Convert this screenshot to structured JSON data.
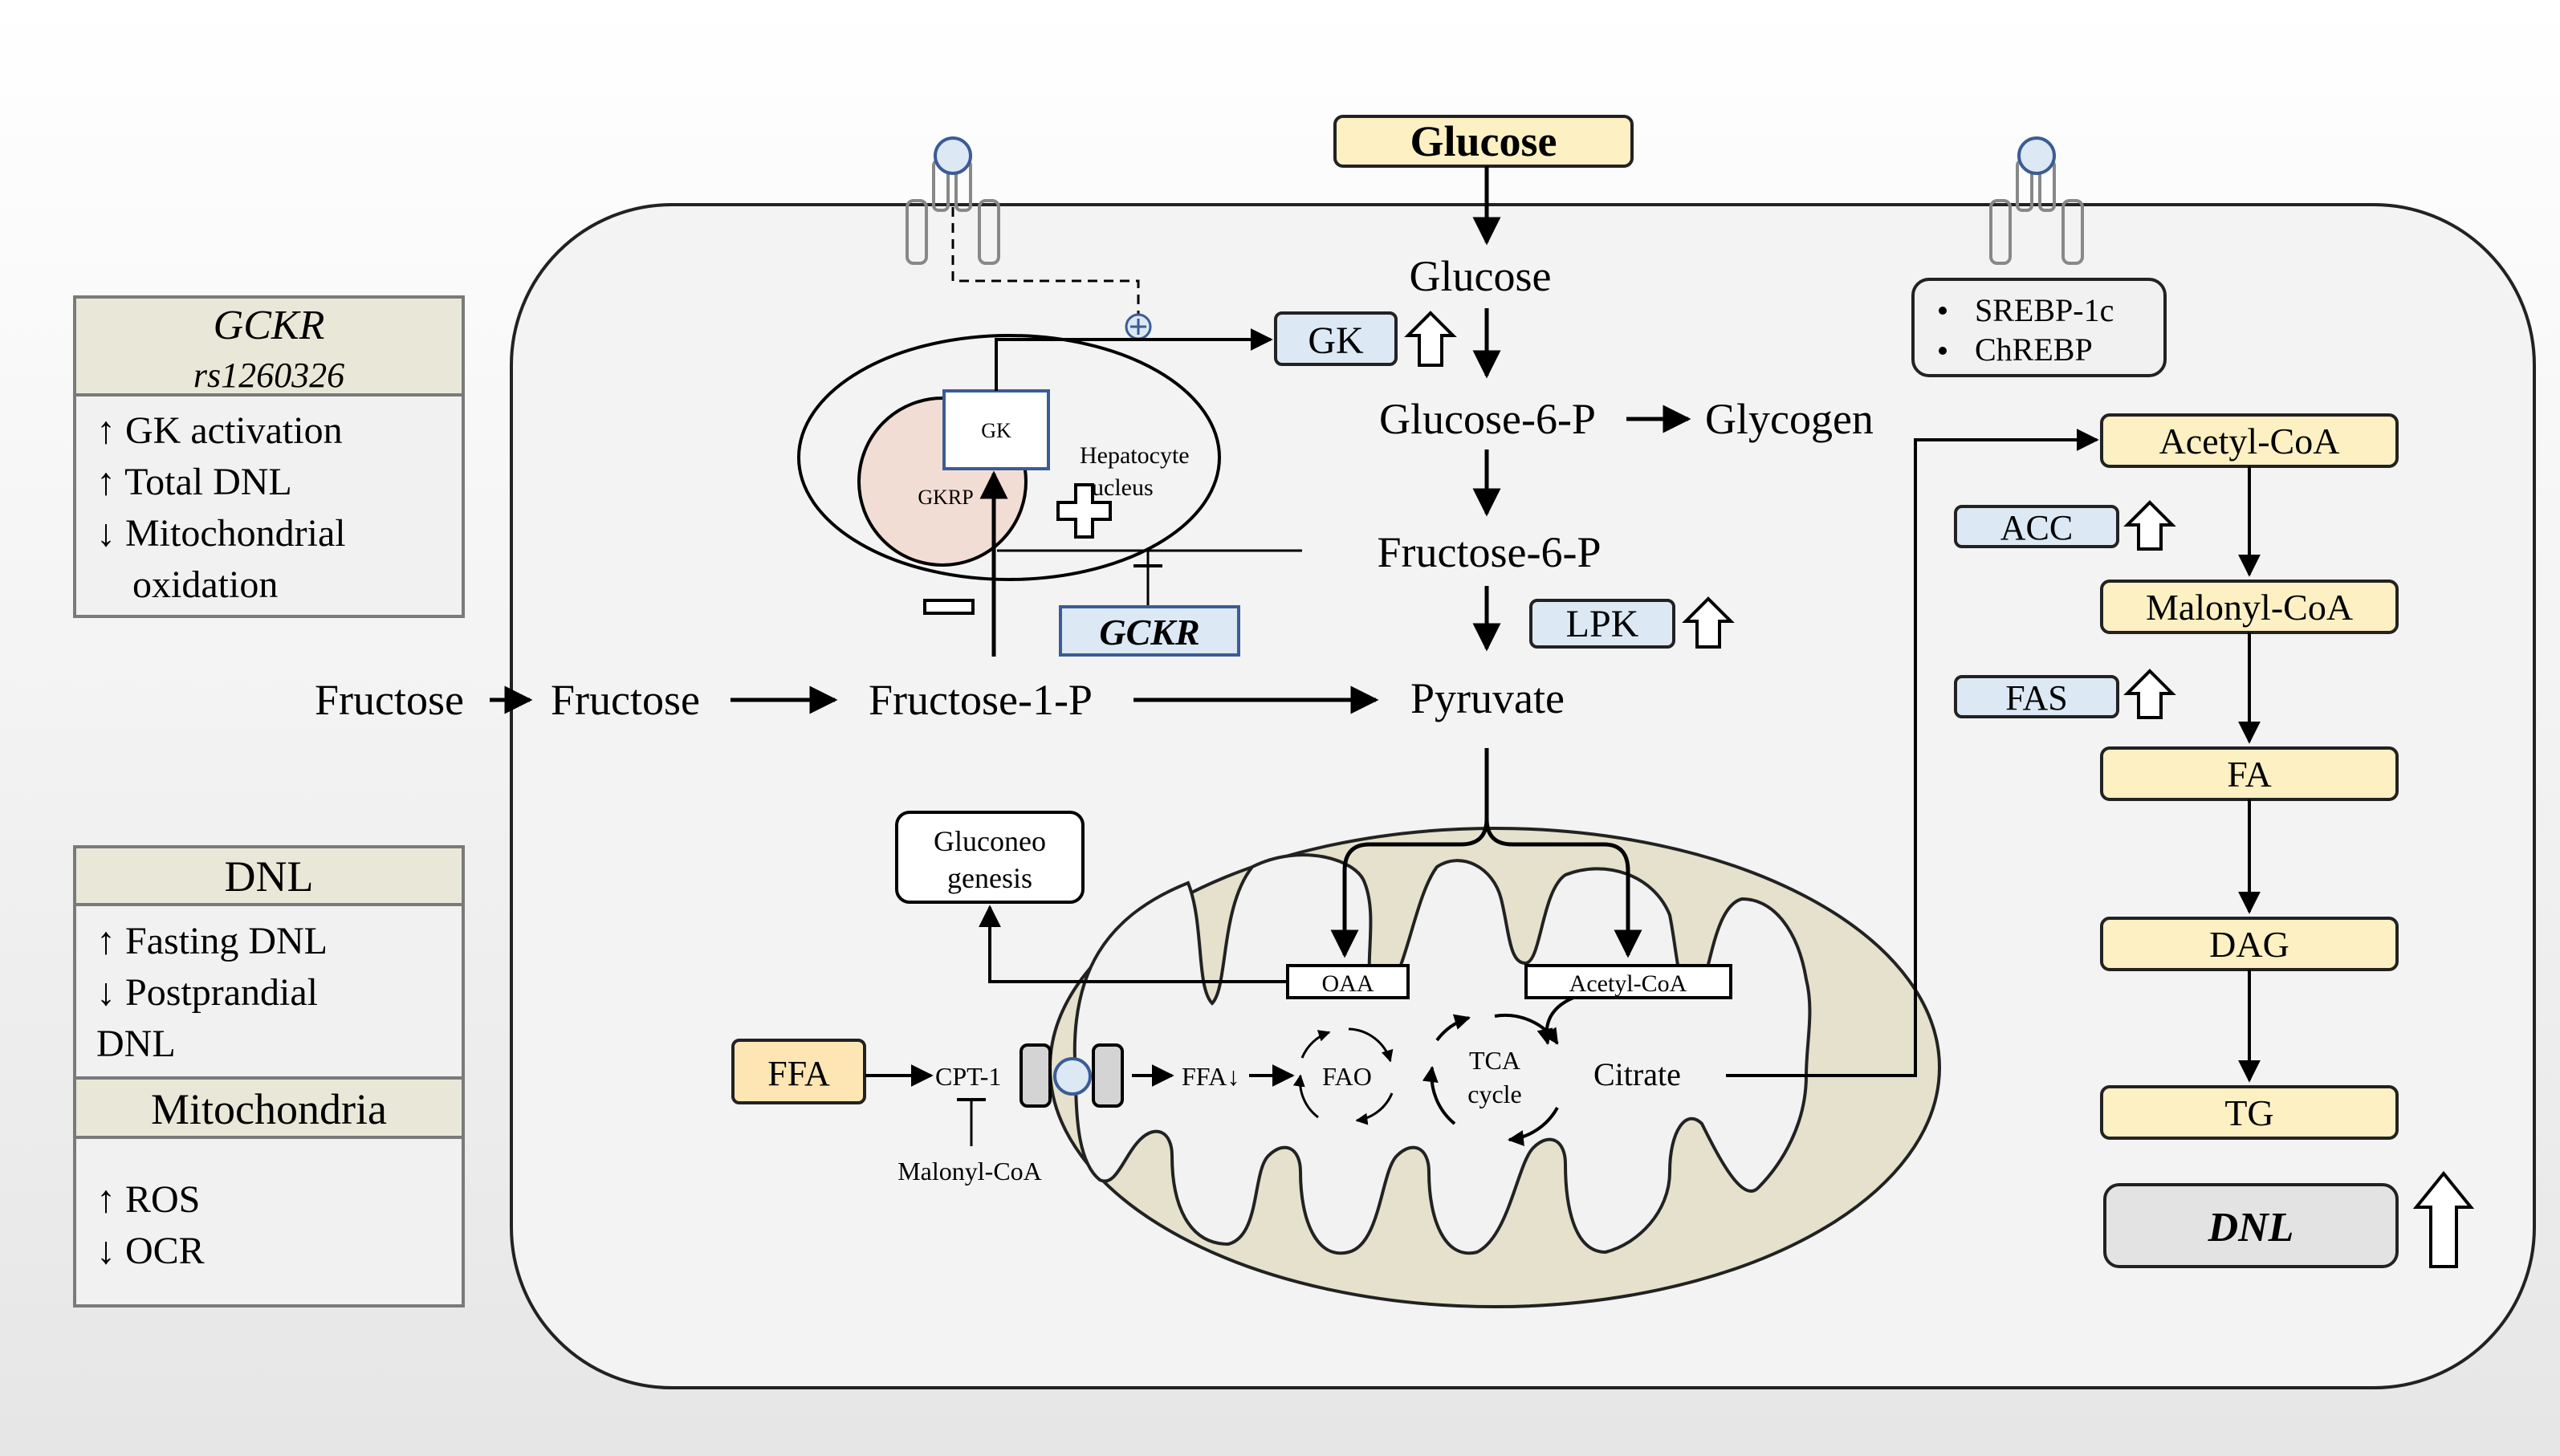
{
  "left_panels": {
    "gckr": {
      "title": "GCKR",
      "subtitle": "rs1260326",
      "lines": [
        "↑ GK activation",
        "↑ Total DNL",
        "↓ Mitochondrial",
        "oxidation"
      ]
    },
    "dnl": {
      "title": "DNL",
      "lines": [
        "↑ Fasting DNL",
        "↓ Postprandial",
        "DNL"
      ]
    },
    "mito": {
      "title": "Mitochondria",
      "lines": [
        "↑ ROS",
        "↓ OCR"
      ]
    }
  },
  "top": {
    "glucose_box": "Glucose",
    "srebp_items": [
      "SREBP-1c",
      "ChREBP"
    ]
  },
  "cytosol": {
    "glucose": "Glucose",
    "glucose6p": "Glucose-6-P",
    "glycogen": "Glycogen",
    "fructose6p": "Fructose-6-P",
    "pyruvate": "Pyruvate",
    "fructose_outside": "Fructose",
    "fructose_inside": "Fructose",
    "fructose1p": "Fructose-1-P",
    "gk_box": "GK",
    "lpk_box": "LPK",
    "gckr_box": "GCKR"
  },
  "nucleus": {
    "gk": "GK",
    "gkrp": "GKRP",
    "label_line1": "Hepatocyte",
    "label_line2": "nucleus"
  },
  "mitochondrion": {
    "gluconeo_line1": "Gluconeo",
    "gluconeo_line2": "genesis",
    "oaa": "OAA",
    "acetyl_coa": "Acetyl-CoA",
    "ffa_box": "FFA",
    "cpt1": "CPT-1",
    "malonyl_coa": "Malonyl-CoA",
    "ffa_down": "FFA↓",
    "fao": "FAO",
    "tca_line1": "TCA",
    "tca_line2": "cycle",
    "citrate": "Citrate"
  },
  "lipogenesis": {
    "chain": [
      "Acetyl-CoA",
      "Malonyl-CoA",
      "FA",
      "DAG",
      "TG"
    ],
    "acc": "ACC",
    "fas": "FAS",
    "dnl": "DNL"
  },
  "colors": {
    "cream": "#fdf0c2",
    "blue_box": "#dce8f4",
    "panel_header": "#e9e8d8",
    "mito_fill": "#e5e1cc",
    "gkrp_fill": "#f2ddd4",
    "cell_fill": "#f3f3f3"
  }
}
